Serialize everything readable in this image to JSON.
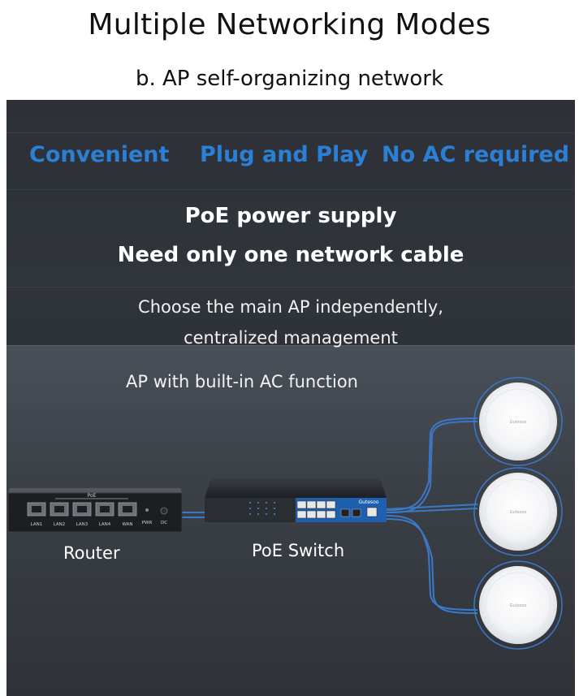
{
  "header": {
    "title": "Multiple Networking Modes",
    "subtitle": "b. AP self-organizing network"
  },
  "features": [
    "Convenient",
    "Plug and Play",
    "No AC required"
  ],
  "headline": {
    "line1": "PoE power supply",
    "line2": "Need only one network cable"
  },
  "description": {
    "line1": "Choose the main AP independently,",
    "line2": "centralized management",
    "line3": "AP with built-in AC function"
  },
  "router": {
    "label": "Router",
    "poe_label": "PoE",
    "ports": [
      "LAN1",
      "LAN2",
      "LAN3",
      "LAN4",
      "WAN"
    ],
    "pwr": "PWR",
    "dc": "DC"
  },
  "switch": {
    "label": "PoE Switch",
    "brand": "Gutesoo"
  },
  "access_points": {
    "count": 3,
    "brand": "Gutesoo"
  },
  "colors": {
    "feature_blue": "#2b7fd4",
    "switch_blue": "#1f5fb0",
    "cable_blue": "#3c78c8"
  }
}
